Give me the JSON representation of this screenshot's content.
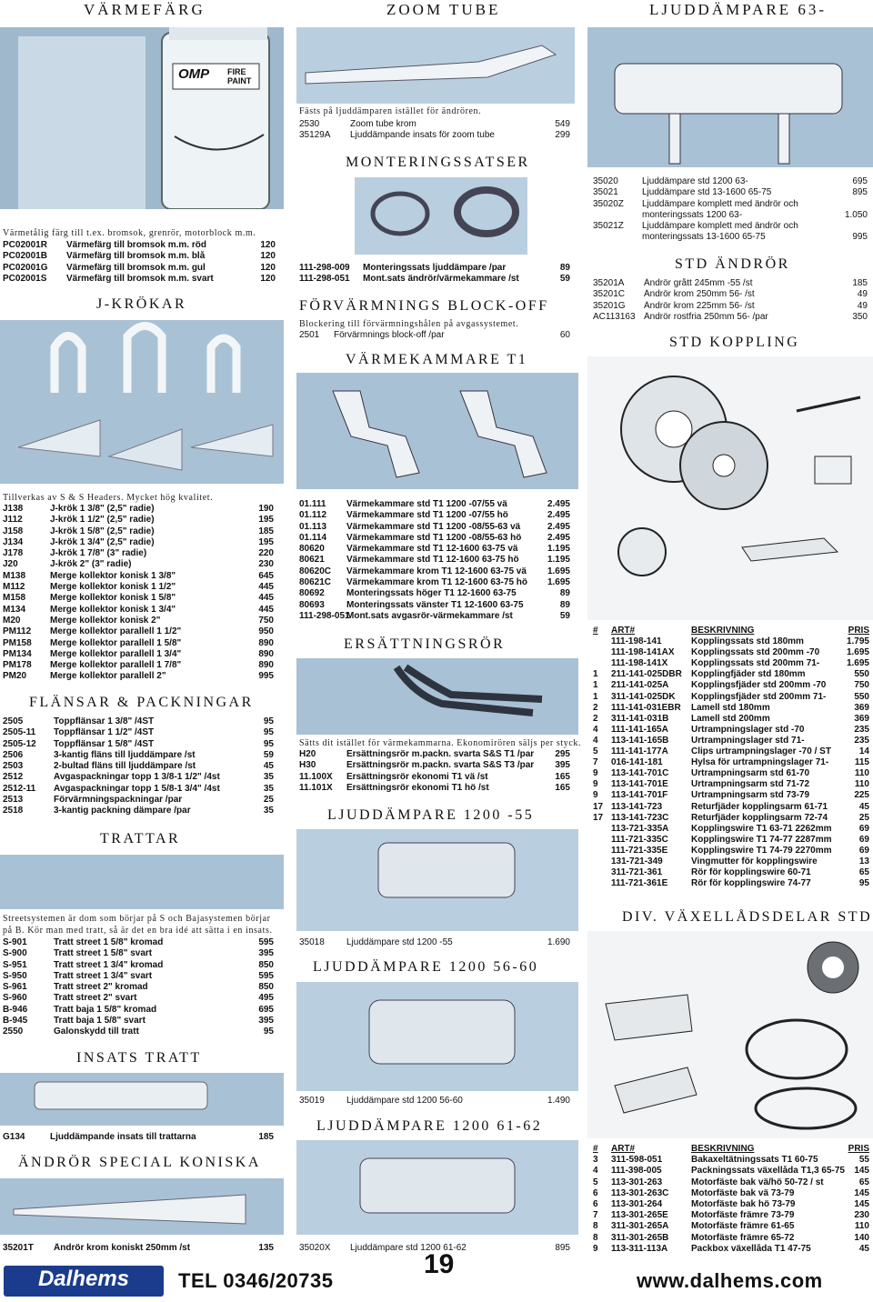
{
  "headers": {
    "top_left": "VÄRMEFÄRG",
    "top_mid": "ZOOM TUBE",
    "top_right": "LJUDDÄMPARE 63-"
  },
  "fire_can": {
    "brand": "OMP",
    "line1": "FIRE",
    "line2": "PAINT"
  },
  "varmefarg": {
    "note": "Värmetålig färg till t.ex. bromsok, grenrör, motorblock m.m.",
    "rows": [
      [
        "PC02001R",
        "Värmefärg till bromsok m.m. röd",
        "120"
      ],
      [
        "PC02001B",
        "Värmefärg till bromsok m.m. blå",
        "120"
      ],
      [
        "PC02001G",
        "Värmefärg till bromsok m.m. gul",
        "120"
      ],
      [
        "PC02001S",
        "Värmefärg till bromsok m.m. svart",
        "120"
      ]
    ]
  },
  "jkrokar": {
    "title": "J-KRÖKAR",
    "note": "Tillverkas av S & S Headers. Mycket hög kvalitet.",
    "rows": [
      [
        "J138",
        "J-krök 1 3/8\" (2,5\" radie)",
        "190"
      ],
      [
        "J112",
        "J-krök 1 1/2\" (2,5\" radie)",
        "195"
      ],
      [
        "J158",
        "J-krök 1 5/8\" (2,5\" radie)",
        "185"
      ],
      [
        "J134",
        "J-krök 1 3/4\" (2,5\" radie)",
        "195"
      ],
      [
        "J178",
        "J-krök 1 7/8\" (3\" radie)",
        "220"
      ],
      [
        "J20",
        "J-krök 2\" (3\" radie)",
        "230"
      ],
      [
        "M138",
        "Merge kollektor konisk 1 3/8\"",
        "645"
      ],
      [
        "M112",
        "Merge kollektor konisk 1 1/2\"",
        "445"
      ],
      [
        "M158",
        "Merge kollektor konisk 1 5/8\"",
        "445"
      ],
      [
        "M134",
        "Merge kollektor konisk 1 3/4\"",
        "445"
      ],
      [
        "M20",
        "Merge kollektor konisk 2\"",
        "750"
      ],
      [
        "PM112",
        "Merge kollektor parallell 1 1/2\"",
        "950"
      ],
      [
        "PM158",
        "Merge kollektor parallell 1 5/8\"",
        "890"
      ],
      [
        "PM134",
        "Merge kollektor parallell 1 3/4\"",
        "890"
      ],
      [
        "PM178",
        "Merge kollektor parallell 1 7/8\"",
        "890"
      ],
      [
        "PM20",
        "Merge kollektor parallell 2\"",
        "995"
      ]
    ]
  },
  "flansar": {
    "title": "FLÄNSAR & PACKNINGAR",
    "rows": [
      [
        "2505",
        "Toppflänsar 1 3/8\" /4ST",
        "95"
      ],
      [
        "2505-11",
        "Toppflänsar 1 1/2\" /4ST",
        "95"
      ],
      [
        "2505-12",
        "Toppflänsar 1 5/8\" /4ST",
        "95"
      ],
      [
        "2506",
        "3-kantig fläns till ljuddämpare /st",
        "59"
      ],
      [
        "2503",
        "2-bultad fläns till ljuddämpare /st",
        "45"
      ],
      [
        "2512",
        "Avgaspackningar topp 1 3/8-1 1/2\" /4st",
        "35"
      ],
      [
        "2512-11",
        "Avgaspackningar topp 1 5/8-1 3/4\" /4st",
        "35"
      ],
      [
        "2513",
        "Förvärmningspackningar /par",
        "25"
      ],
      [
        "2518",
        "3-kantig packning dämpare /par",
        "35"
      ]
    ]
  },
  "trattar": {
    "title": "TRATTAR",
    "note": "Streetsystemen är dom som börjar på S och Bajasystemen börjar på B. Kör man med tratt, så är det en bra idé att sätta i en insats.",
    "rows": [
      [
        "S-901",
        "Tratt street 1 5/8\" kromad",
        "595"
      ],
      [
        "S-900",
        "Tratt street 1 5/8\" svart",
        "395"
      ],
      [
        "S-951",
        "Tratt street 1 3/4\" kromad",
        "850"
      ],
      [
        "S-950",
        "Tratt street 1 3/4\" svart",
        "595"
      ],
      [
        "S-961",
        "Tratt street 2\" kromad",
        "850"
      ],
      [
        "S-960",
        "Tratt street 2\" svart",
        "495"
      ],
      [
        "B-946",
        "Tratt baja 1 5/8\" kromad",
        "695"
      ],
      [
        "B-945",
        "Tratt baja 1 5/8\" svart",
        "395"
      ],
      [
        "2550",
        "Galonskydd till tratt",
        "95"
      ]
    ]
  },
  "insats": {
    "title": "INSATS TRATT",
    "row": [
      "G134",
      "Ljuddämpande insats till trattarna",
      "185"
    ]
  },
  "andror_special": {
    "title": "ÄNDRÖR SPECIAL KONISKA",
    "row": [
      "35201T",
      "Ändrör krom koniskt 250mm /st",
      "135"
    ]
  },
  "zoom": {
    "note": "Fästs på ljuddämparen istället för ändrören.",
    "rows": [
      [
        "2530",
        "Zoom tube krom",
        "549"
      ],
      [
        "35129A",
        "Ljuddämpande insats för zoom tube",
        "299"
      ]
    ]
  },
  "monteringssatser": {
    "title": "MONTERINGSSATSER",
    "rows": [
      [
        "111-298-009",
        "Monteringssats ljuddämpare /par",
        "89"
      ],
      [
        "111-298-051",
        "Mont.sats ändrör/värmekammare /st",
        "59"
      ]
    ]
  },
  "forvarmning": {
    "title": "FÖRVÄRMNINGS BLOCK-OFF",
    "note": "Blockering till förvärmningshålen på avgassystemet.",
    "row": [
      "2501",
      "Förvärmnings block-off /par",
      "60"
    ]
  },
  "varmekammare": {
    "title": "VÄRMEKAMMARE T1",
    "rows": [
      [
        "01.111",
        "Värmekammare std T1 1200 -07/55 vä",
        "2.495"
      ],
      [
        "01.112",
        "Värmekammare std T1 1200 -07/55 hö",
        "2.495"
      ],
      [
        "01.113",
        "Värmekammare std T1 1200 -08/55-63 vä",
        "2.495"
      ],
      [
        "01.114",
        "Värmekammare std T1 1200 -08/55-63 hö",
        "2.495"
      ],
      [
        "80620",
        "Värmekammare std T1 12-1600 63-75 vä",
        "1.195"
      ],
      [
        "80621",
        "Värmekammare std T1 12-1600 63-75 hö",
        "1.195"
      ],
      [
        "80620C",
        "Värmekammare krom T1 12-1600 63-75 vä",
        "1.695"
      ],
      [
        "80621C",
        "Värmekammare krom T1 12-1600 63-75 hö",
        "1.695"
      ],
      [
        "80692",
        "Monteringssats höger T1 12-1600 63-75",
        "89"
      ],
      [
        "80693",
        "Monteringssats vänster T1 12-1600 63-75",
        "89"
      ],
      [
        "111-298-051",
        "Mont.sats avgasrör-värmekammare /st",
        "59"
      ]
    ]
  },
  "ersattningsror": {
    "title": "ERSÄTTNINGSRÖR",
    "note": "Sätts dit istället för värmekammarna. Ekonomirören säljs per styck.",
    "rows": [
      [
        "H20",
        "Ersättningsrör m.packn. svarta S&S T1 /par",
        "295"
      ],
      [
        "H30",
        "Ersättningsrör m.packn. svarta S&S T3 /par",
        "395"
      ],
      [
        "11.100X",
        "Ersättningsrör ekonomi T1 vä /st",
        "165"
      ],
      [
        "11.101X",
        "Ersättningsrör ekonomi T1 hö /st",
        "165"
      ]
    ]
  },
  "ljud55": {
    "title": "LJUDDÄMPARE 1200 -55",
    "row": [
      "35018",
      "Ljuddämpare std 1200 -55",
      "1.690"
    ]
  },
  "ljud5660": {
    "title": "LJUDDÄMPARE 1200 56-60",
    "row": [
      "35019",
      "Ljuddämpare std 1200 56-60",
      "1.490"
    ]
  },
  "ljud6162": {
    "title": "LJUDDÄMPARE 1200 61-62",
    "row": [
      "35020X",
      "Ljuddämpare std 1200 61-62",
      "895"
    ]
  },
  "ljud63": {
    "rows": [
      [
        "35020",
        "Ljuddämpare std 1200 63-",
        "695"
      ],
      [
        "35021",
        "Ljuddämpare std 13-1600 65-75",
        "895"
      ],
      [
        "35020Z",
        "Ljuddämpare komplett med ändrör och",
        "1.050"
      ],
      [
        "",
        "monteringssats 1200 63-",
        ""
      ],
      [
        "35021Z",
        "Ljuddämpare komplett med ändrör och",
        "995"
      ],
      [
        "",
        "monteringssats 13-1600 65-75",
        ""
      ]
    ]
  },
  "std_andror": {
    "title": "STD ÄNDRÖR",
    "rows": [
      [
        "35201A",
        "Ändrör grått 245mm -55 /st",
        "185"
      ],
      [
        "35201C",
        "Ändrör krom 250mm 56- /st",
        "49"
      ],
      [
        "35201G",
        "Ändrör krom 225mm 56- /st",
        "49"
      ],
      [
        "AC113163",
        "Ändrör rostfria 250mm 56- /par",
        "350"
      ]
    ]
  },
  "std_koppling": {
    "title": "STD KOPPLING",
    "head": [
      "#",
      "ART#",
      "BESKRIVNING",
      "PRIS"
    ],
    "rows": [
      [
        "",
        "111-198-141",
        "Kopplingssats std 180mm",
        "1.795"
      ],
      [
        "",
        "111-198-141AX",
        "Kopplingssats std 200mm -70",
        "1.695"
      ],
      [
        "",
        "111-198-141X",
        "Kopplingssats std 200mm 71-",
        "1.695"
      ],
      [
        "1",
        "211-141-025DBR",
        "Kopplingfjäder std 180mm",
        "550"
      ],
      [
        "1",
        "211-141-025A",
        "Kopplingsfjäder std 200mm -70",
        "750"
      ],
      [
        "1",
        "311-141-025DK",
        "Kopplingsfjäder std 200mm 71-",
        "550"
      ],
      [
        "2",
        "111-141-031EBR",
        "Lamell std 180mm",
        "369"
      ],
      [
        "2",
        "311-141-031B",
        "Lamell std 200mm",
        "369"
      ],
      [
        "4",
        "111-141-165A",
        "Urtrampningslager std -70",
        "235"
      ],
      [
        "4",
        "113-141-165B",
        "Urtrampningslager std 71-",
        "235"
      ],
      [
        "5",
        "111-141-177A",
        "Clips urtrampningslager -70 / ST",
        "14"
      ],
      [
        "7",
        "016-141-181",
        "Hylsa för urtrampningslager 71-",
        "115"
      ],
      [
        "9",
        "113-141-701C",
        "Urtrampningsarm std 61-70",
        "110"
      ],
      [
        "9",
        "113-141-701E",
        "Urtrampningsarm std 71-72",
        "110"
      ],
      [
        "9",
        "113-141-701F",
        "Urtrampningsarm std 73-79",
        "225"
      ],
      [
        "17",
        "113-141-723",
        "Returfjäder kopplingsarm 61-71",
        "45"
      ],
      [
        "17",
        "113-141-723C",
        "Returfjäder kopplingsarm 72-74",
        "25"
      ],
      [
        "",
        "113-721-335A",
        "Kopplingswire T1 63-71 2262mm",
        "69"
      ],
      [
        "",
        "111-721-335C",
        "Kopplingswire T1 74-77 2287mm",
        "69"
      ],
      [
        "",
        "111-721-335E",
        "Kopplingswire T1 74-79 2270mm",
        "69"
      ],
      [
        "",
        "131-721-349",
        "Vingmutter för kopplingswire",
        "13"
      ],
      [
        "",
        "311-721-361",
        "Rör för kopplingswire 60-71",
        "65"
      ],
      [
        "",
        "111-721-361E",
        "Rör för kopplingswire 74-77",
        "95"
      ]
    ]
  },
  "vaxellada": {
    "title": "DIV. VÄXELLÅDSDELAR STD",
    "head": [
      "#",
      "ART#",
      "BESKRIVNING",
      "PRIS"
    ],
    "rows": [
      [
        "3",
        "311-598-051",
        "Bakaxeltätningssats T1 60-75",
        "55"
      ],
      [
        "4",
        "111-398-005",
        "Packningssats växellåda T1,3 65-75",
        "145"
      ],
      [
        "5",
        "113-301-263",
        "Motorfäste bak vä/hö 50-72 / st",
        "65"
      ],
      [
        "6",
        "113-301-263C",
        "Motorfäste bak vä 73-79",
        "145"
      ],
      [
        "6",
        "113-301-264",
        "Motorfäste bak hö 73-79",
        "145"
      ],
      [
        "7",
        "113-301-265E",
        "Motorfäste främre 73-79",
        "230"
      ],
      [
        "8",
        "311-301-265A",
        "Motorfäste främre 61-65",
        "110"
      ],
      [
        "8",
        "311-301-265B",
        "Motorfäste främre 65-72",
        "140"
      ],
      [
        "9",
        "113-311-113A",
        "Packbox växellåda T1 47-75",
        "45"
      ]
    ]
  },
  "footer": {
    "logo": "Dalhems",
    "phone": "TEL 0346/20735",
    "page": "19",
    "web": "www.dalhems.com"
  }
}
